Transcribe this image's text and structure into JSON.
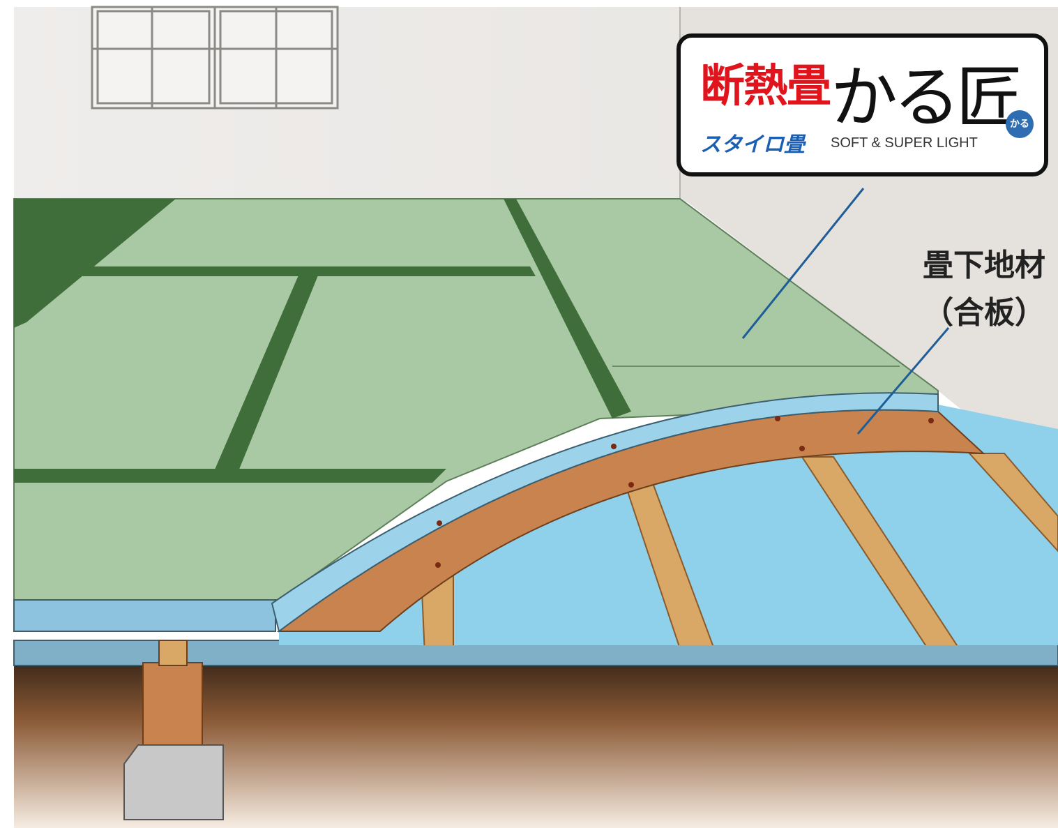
{
  "logo": {
    "product_name": "断熱畳",
    "brand_name": "かる匠",
    "sub_brand": "スタイロ畳",
    "tagline": "SOFT & SUPER LIGHT",
    "mark": "かる"
  },
  "labels": {
    "underlay_line1": "畳下地材",
    "underlay_line2": "（合板）"
  },
  "colors": {
    "tatami": "#a9c9a4",
    "tatami_border": "#3f6e3a",
    "insulation": "#8fd0ea",
    "plywood": "#c9834f",
    "joist": "#d9a866",
    "wall": "#eeecea",
    "ground": "#8c5a36",
    "logo_red": "#e0141c",
    "logo_blue": "#1a5fb4"
  }
}
